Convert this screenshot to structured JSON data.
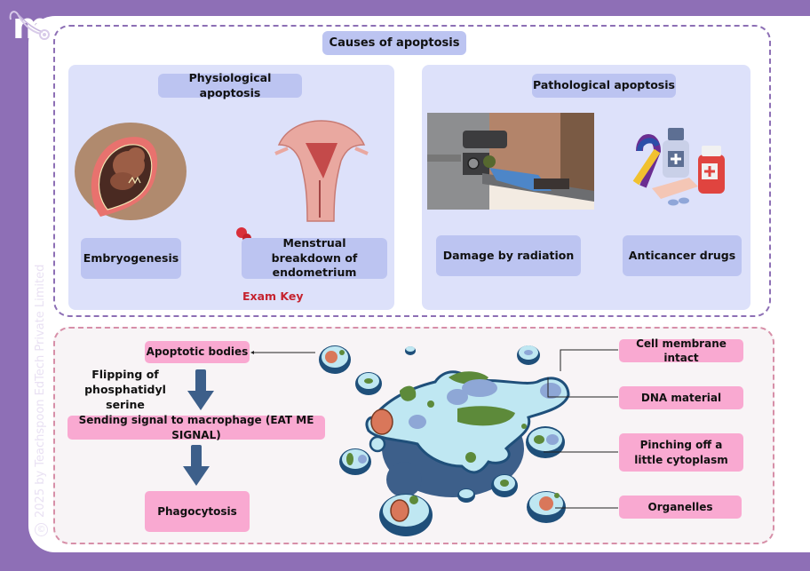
{
  "branding": {
    "logo_letter": "m",
    "logo_icon": "stethoscope-icon",
    "copyright": "2025 by Teachspoon EdTech Private Limited",
    "copyright_symbol": "©"
  },
  "colors": {
    "frame_purple": "#8e6fb6",
    "top_border": "#8d6fb5",
    "bottom_border": "#d78fa8",
    "blue_label": "#bcc4f1",
    "panel_bg": "#dde1fa",
    "pink_label": "#f9a9d1",
    "exam_key_red": "#c5232f",
    "arrow_blue": "#3d5f8a"
  },
  "causes": {
    "title": "Causes of apoptosis",
    "physiological": {
      "title": "Physiological apoptosis",
      "items": [
        {
          "label": "Embryogenesis",
          "image": "fetus-in-uterus-illustration"
        },
        {
          "label": "Menstrual breakdown of endometrium",
          "image": "uterus-illustration"
        }
      ],
      "exam_key": "Exam Key",
      "pin_icon": "pushpin-icon"
    },
    "pathological": {
      "title": "Pathological apoptosis",
      "items": [
        {
          "label": "Damage by radiation",
          "image": "radiation-therapy-illustration"
        },
        {
          "label": "Anticancer drugs",
          "image": "cancer-drugs-illustration"
        }
      ]
    }
  },
  "process": {
    "steps": [
      {
        "label": "Apoptotic bodies"
      },
      {
        "label": "Sending signal to macrophage (EAT ME SIGNAL)"
      },
      {
        "label": "Phagocytosis"
      }
    ],
    "arrow_note": "Flipping of phosphatidyl serine",
    "arrow_note_lines": [
      "Flipping of",
      "phosphatidyl serine"
    ]
  },
  "cell_labels": [
    {
      "label": "Cell membrane intact"
    },
    {
      "label": "DNA material"
    },
    {
      "label": "Pinching off a little cytoplasm"
    },
    {
      "label": "Organelles"
    }
  ]
}
